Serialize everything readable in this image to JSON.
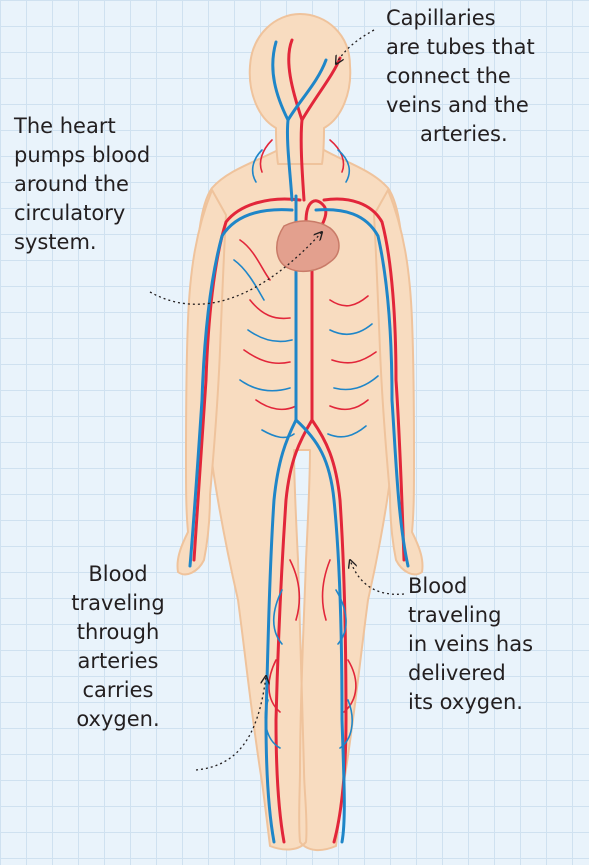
{
  "labels": {
    "capillaries": [
      "Capillaries",
      "are tubes that",
      "connect the",
      "veins and the",
      "arteries."
    ],
    "heart": [
      "The heart",
      "pumps blood",
      "around the",
      "circulatory",
      "system."
    ],
    "arteries": [
      "Blood",
      "traveling",
      "through",
      "arteries",
      "carries",
      "oxygen."
    ],
    "veins": [
      "Blood",
      "traveling",
      "in veins has",
      "delivered",
      "its oxygen."
    ]
  },
  "colors": {
    "skin": "#f8dcc0",
    "skin_outline": "#efc39c",
    "artery": "#e2263a",
    "vein": "#1f86c8",
    "heart": "#e3a08e",
    "grid_background": "#e9f3fb",
    "grid_line": "#cfe1f0",
    "text": "#231f20"
  }
}
